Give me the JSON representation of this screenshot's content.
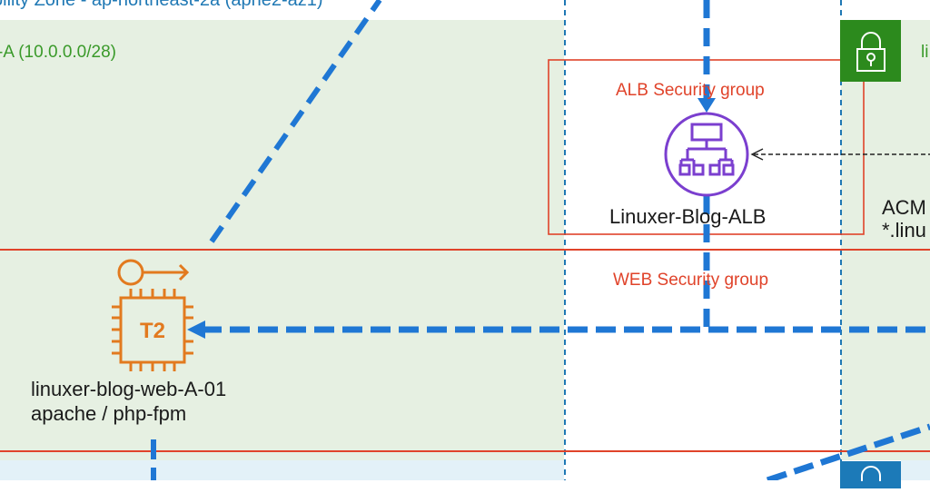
{
  "diagram": {
    "availability_zone": {
      "label": "bility Zone - ap-northeast-2a (apne2-az1)"
    },
    "subnets": [
      {
        "label": "-A (10.0.0.0/28)",
        "type": "public",
        "color": "#3a9a2a"
      },
      {
        "label": "li",
        "type": "public",
        "color": "#3a9a2a"
      }
    ],
    "security_groups": [
      {
        "label": "ALB Security group",
        "color": "#e0432a"
      },
      {
        "label": "WEB Security group",
        "color": "#e0432a"
      }
    ],
    "load_balancer": {
      "name": "Linuxer-Blog-ALB",
      "icon": "application-load-balancer-icon",
      "color": "#7b3fcf"
    },
    "ec2_instance": {
      "name": "linuxer-blog-web-A-01",
      "software": "apache / php-fpm",
      "type_label": "T2",
      "icon": "ec2-t2-instance-icon",
      "color": "#e27a1f"
    },
    "acm": {
      "line1": "ACM",
      "line2": "*.linu"
    },
    "icons": {
      "public_subnet_lock": "lock-icon",
      "private_subnet_lock": "lock-icon"
    },
    "colors": {
      "flow_line": "#1f77d4",
      "public_subnet_bg": "#e6f0e2",
      "private_subnet_bg": "#e3f1f8",
      "az_border": "#1f78b4"
    }
  }
}
